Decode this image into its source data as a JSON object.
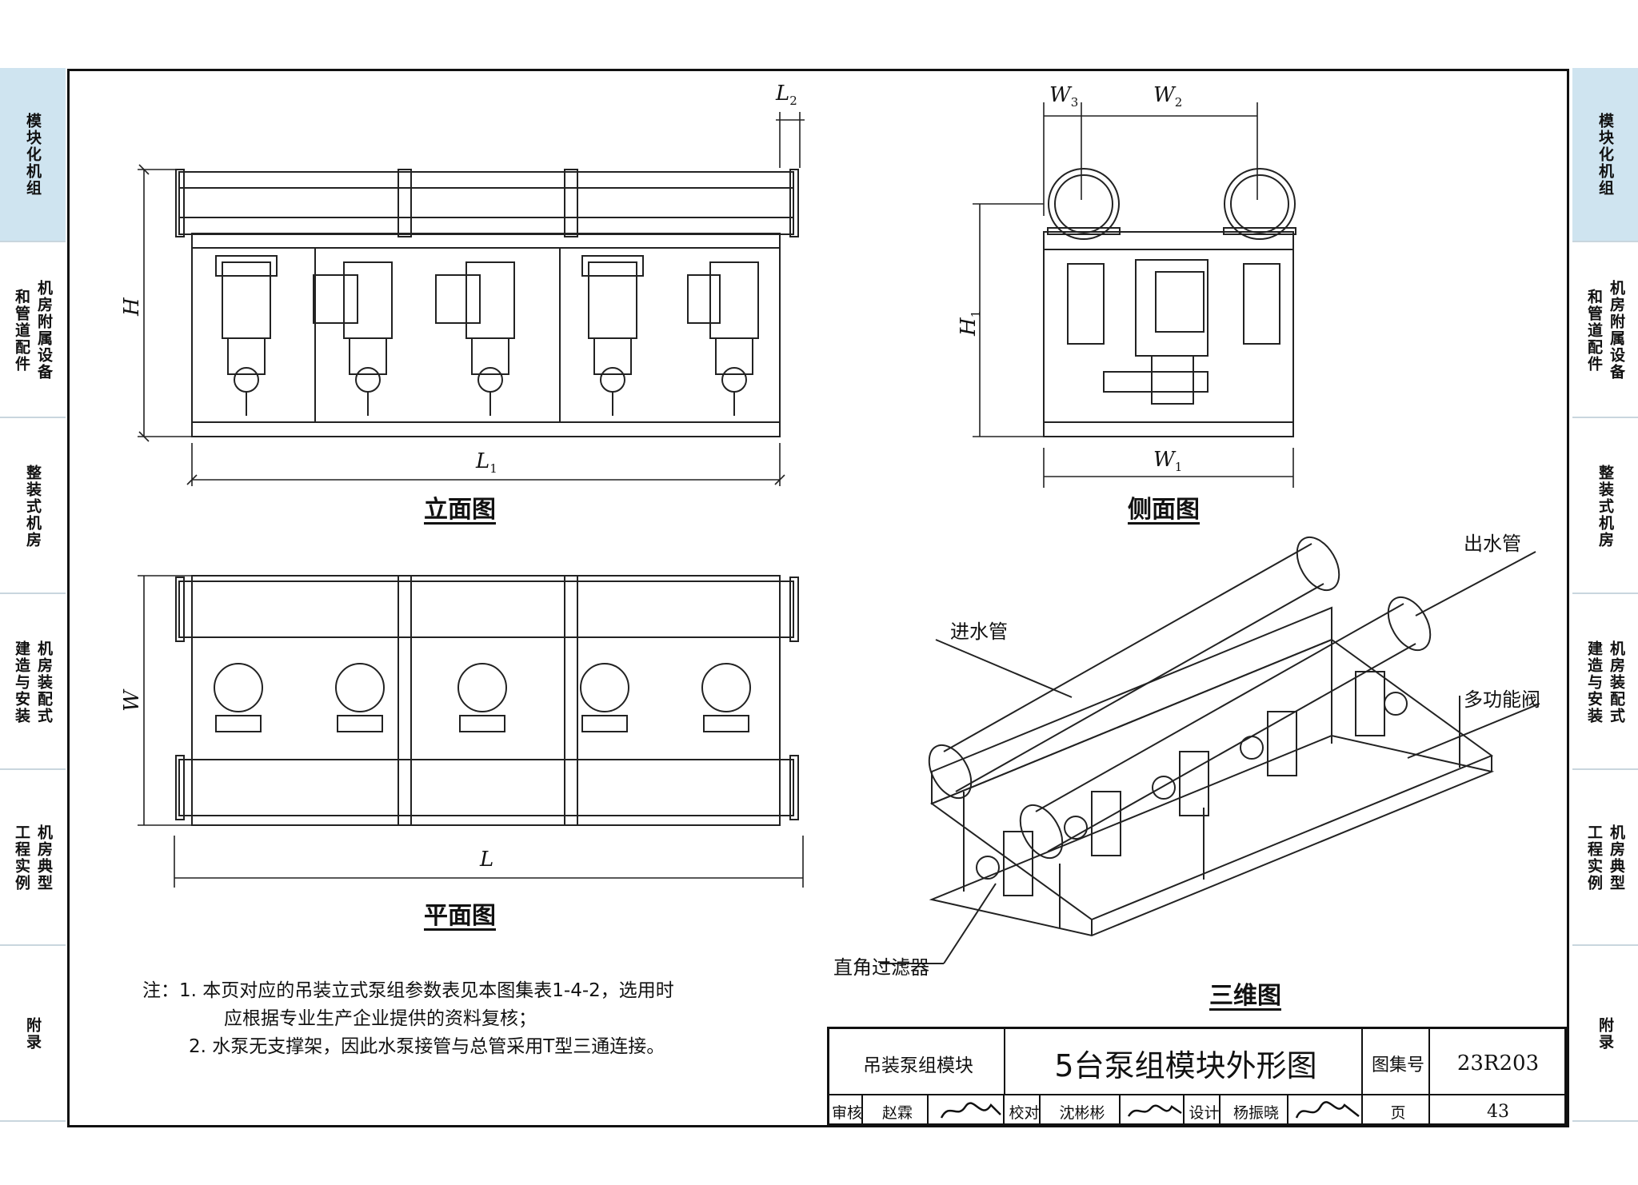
{
  "side_tabs": {
    "left": [
      {
        "cols": [
          "模块化机组"
        ],
        "active": true
      },
      {
        "cols": [
          "机房附属设备",
          "和管道配件"
        ],
        "active": false
      },
      {
        "cols": [
          "整装式机房"
        ],
        "active": false
      },
      {
        "cols": [
          "机房装配式",
          "建造与安装"
        ],
        "active": false
      },
      {
        "cols": [
          "机房典型",
          "工程实例"
        ],
        "active": false
      },
      {
        "cols": [
          "附录"
        ],
        "active": false
      }
    ],
    "right": [
      {
        "cols": [
          "模块化机组"
        ],
        "active": true
      },
      {
        "cols": [
          "机房附属设备",
          "和管道配件"
        ],
        "active": false
      },
      {
        "cols": [
          "整装式机房"
        ],
        "active": false
      },
      {
        "cols": [
          "机房装配式",
          "建造与安装"
        ],
        "active": false
      },
      {
        "cols": [
          "机房典型",
          "工程实例"
        ],
        "active": false
      },
      {
        "cols": [
          "附录"
        ],
        "active": false
      }
    ]
  },
  "views": {
    "elevation": "立面图",
    "side": "侧面图",
    "plan": "平面图",
    "three_d": "三维图"
  },
  "dimensions": {
    "L2": "L",
    "L2_sub": "2",
    "H": "H",
    "L1": "L",
    "L1_sub": "1",
    "W3": "W",
    "W3_sub": "3",
    "W2": "W",
    "W2_sub": "2",
    "H1": "H",
    "H1_sub": "1",
    "W1": "W",
    "W1_sub": "1",
    "W": "W",
    "L": "L"
  },
  "callouts": {
    "outlet": "出水管",
    "inlet": "进水管",
    "valve": "多功能阀",
    "filter": "直角过滤器"
  },
  "notes": [
    "注：1. 本页对应的吊装立式泵组参数表见本图集表1-4-2，选用时",
    "应根据专业生产企业提供的资料复核；",
    "2. 水泵无支撑架，因此水泵接管与总管采用T型三通连接。"
  ],
  "title_block": {
    "category": "吊装泵组模块",
    "title": "5台泵组模块外形图",
    "atlas_label": "图集号",
    "atlas_no": "23R203",
    "review_label": "审核",
    "review_name": "赵霖",
    "check_label": "校对",
    "check_name": "沈彬彬",
    "design_label": "设计",
    "design_name": "杨振晓",
    "page_label": "页",
    "page_no": "43"
  }
}
